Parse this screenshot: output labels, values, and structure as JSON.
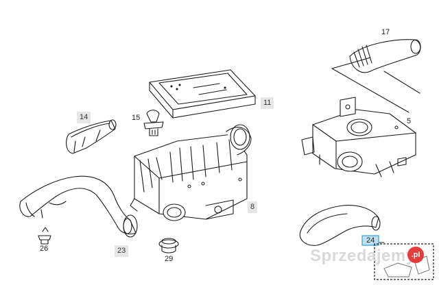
{
  "parts": {
    "p5": "5",
    "p8": "8",
    "p11": "11",
    "p14": "14",
    "p15": "15",
    "p17": "17",
    "p23": "23",
    "p24": "24",
    "p26": "26",
    "p29": "29"
  },
  "watermark": {
    "text": "Sprzedajemy",
    "badge": ".pl"
  },
  "colors": {
    "line": "#1a1a1a",
    "label_box": "#e6e6e6",
    "inset_frame": "#2f9fd6"
  }
}
